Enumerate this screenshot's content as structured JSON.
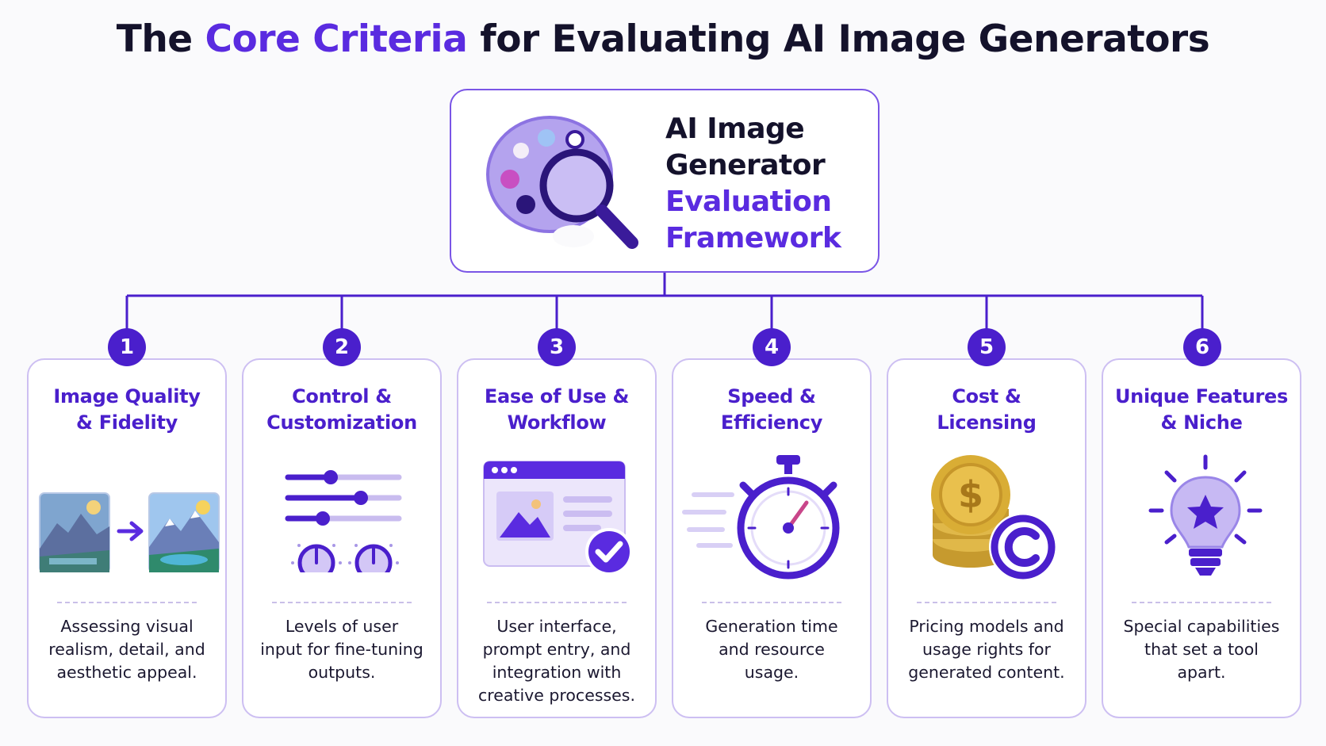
{
  "header": {
    "title_before": "The ",
    "title_accent": "Core Criteria",
    "title_after": " for Evaluating AI Image Generators"
  },
  "root": {
    "lines": [
      {
        "text": "AI Image",
        "tone": "dark"
      },
      {
        "text": "Generator",
        "tone": "dark"
      },
      {
        "text": "Evaluation",
        "tone": "purple"
      },
      {
        "text": "Framework",
        "tone": "purple"
      }
    ],
    "icon": "palette-magnifier-icon"
  },
  "criteria": [
    {
      "number": "1",
      "title": [
        "Image Quality",
        "& Fidelity"
      ],
      "desc": [
        "Assessing visual",
        "realism, detail, and",
        "aesthetic appeal."
      ],
      "icon": "image-upscale-icon"
    },
    {
      "number": "2",
      "title": [
        "Control &",
        "Customization"
      ],
      "desc": [
        "Levels of user",
        "input for fine-tuning",
        "outputs."
      ],
      "icon": "sliders-knobs-icon"
    },
    {
      "number": "3",
      "title": [
        "Ease of Use &",
        "Workflow"
      ],
      "desc": [
        "User interface,",
        "prompt entry, and",
        "integration with",
        "creative processes."
      ],
      "icon": "browser-check-icon"
    },
    {
      "number": "4",
      "title": [
        "Speed &",
        "Efficiency"
      ],
      "desc": [
        "Generation time",
        "and resource",
        "usage."
      ],
      "icon": "stopwatch-icon"
    },
    {
      "number": "5",
      "title": [
        "Cost &",
        "Licensing"
      ],
      "desc": [
        "Pricing models and",
        "usage rights for",
        "generated content."
      ],
      "icon": "coins-copyright-icon"
    },
    {
      "number": "6",
      "title": [
        "Unique Features",
        "& Niche"
      ],
      "desc": [
        "Special capabilities",
        "that set a tool",
        "apart."
      ],
      "icon": "lightbulb-star-icon"
    }
  ],
  "colors": {
    "accent": "#5a2be0",
    "badge": "#4a1fcc",
    "card_border": "#cdbff2",
    "connector": "#4a1fcc"
  }
}
